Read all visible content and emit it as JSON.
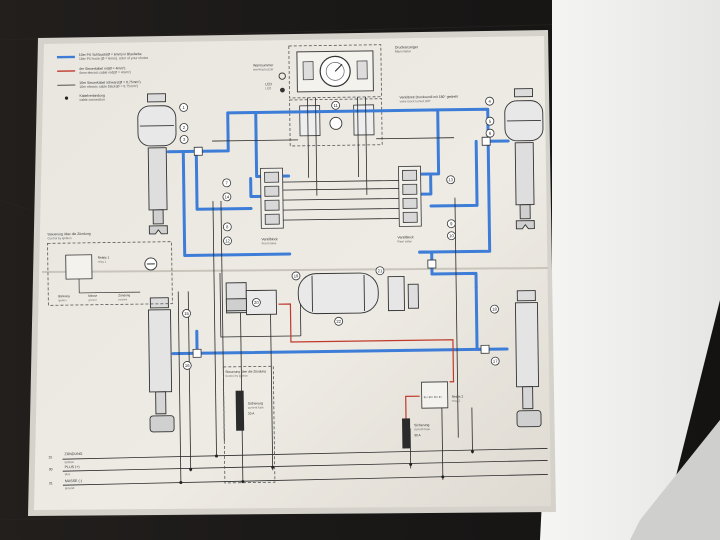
{
  "legend": {
    "entries": [
      {
        "label": "10er PU Schlauch(Ø = 6mm) in Blaufarbe",
        "sublabel": "10er PU hose (Ø = 6mm), color of your choice",
        "color": "#3d7dd8"
      },
      {
        "label": "4er Steuerkabel rot(Ø = 4mm²)",
        "sublabel": "4mm electric cable red(Ø = 4mm²)",
        "color": "#c0392b"
      },
      {
        "label": "10er Steuerkabel schwarz(Ø = 0,75mm²)",
        "sublabel": "10er electric cable black(Ø = 0,75mm²)",
        "color": "#222222"
      },
      {
        "label": "Kabelverbindung",
        "sublabel": "cable connection",
        "color": "#222222"
      }
    ]
  },
  "labels": {
    "gauge_panel": "Druckanzeiger",
    "gauge_panel_sub": "Manometer",
    "warning_unit": "Warnsummer",
    "warning_unit_sub": "warning buzzer",
    "led": "LED",
    "led_sub": "LED",
    "valve_note": "Ventilbrett Druckventil mit 180° gedreht",
    "valve_note_sub": "valve block turned 180°",
    "valve_left": "Ventilblock",
    "valve_left_sub": "Front valve",
    "valve_right": "Ventilblock",
    "valve_right_sub": "Rear valve",
    "control": "Steuerung über die Zündung",
    "control_sub": "Control by ignition",
    "relay1": "Relais 1",
    "relay1_sub": "relay 1",
    "relay2": "Relais 2",
    "relay2_sub": "relay 2",
    "relay_pins": "85 / 86 / 30 / 87",
    "fuse1": "Sicherung",
    "fuse1_sub": "current fuse",
    "fuse1_val": "20 A",
    "fuse2": "Sicherung",
    "fuse2_sub": "current fuse",
    "fuse2_val": "30 A",
    "ctrl2": "Steuerung über die Zündung",
    "ctrl2_sub": "Control by ignition",
    "inset_a": "Blinkung",
    "inset_a_sub": "ignition",
    "inset_b": "Masse",
    "inset_b_sub": "ground",
    "inset_c": "Zündung",
    "inset_c_sub": "positive"
  },
  "rails": [
    {
      "num": "15",
      "name": "ZÜNDUNG",
      "sub": "ignition"
    },
    {
      "num": "30",
      "name": "PLUS (+)",
      "sub": "plus"
    },
    {
      "num": "31",
      "name": "MASSE (-)",
      "sub": "ground"
    }
  ],
  "callouts": {
    "c1": "1",
    "c2": "2",
    "c3": "3",
    "c4": "4",
    "c5": "5",
    "c6": "6",
    "c7": "7",
    "c8": "8",
    "c9": "9",
    "c10": "10",
    "c11": "11",
    "c12": "12",
    "c13": "13",
    "c14": "14",
    "c15": "15",
    "c16": "16",
    "c17": "17",
    "c18": "18",
    "c19": "19",
    "c20": "20",
    "c21": "21",
    "c22": "22"
  },
  "colors": {
    "table": "#1c1a19",
    "paper": "#ece9e2",
    "laminate": "#d9d6cf",
    "air_line": "#3d7dd8",
    "power_line": "#c0392b",
    "signal_line": "#2a2a2a",
    "component": "#555555"
  }
}
